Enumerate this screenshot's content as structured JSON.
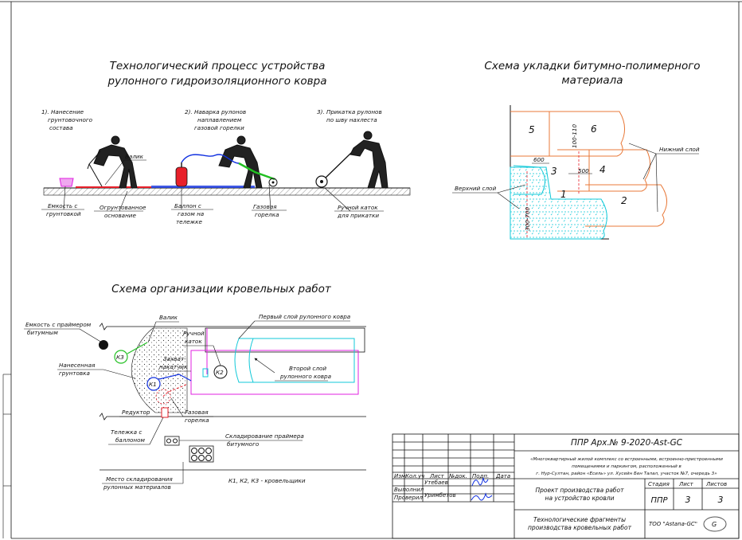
{
  "titles": {
    "process": [
      "Технологический процесс устройства",
      "рулонного гидроизоляционного ковра"
    ],
    "scheme_layers": [
      "Схема укладки  битумно-полимерного",
      "материала"
    ],
    "organization": "Схема организации кровельных работ"
  },
  "process": {
    "step1": [
      "1). Нанесение",
      "грунтовочного",
      "состава"
    ],
    "step2": [
      "2). Наварка рулонов",
      "наплавлением",
      "газовой горелки"
    ],
    "step3": [
      "3). Прикатка рулонов",
      "по шву нахлеста"
    ],
    "valik": "Валик",
    "emkost": [
      "Емкость с",
      "грунтовкой"
    ],
    "osnovanie": [
      "Огрунтованное",
      "основание"
    ],
    "ballon": [
      "Баллон с",
      "газом на",
      "тележке"
    ],
    "gorelka": [
      "Газовая",
      "горелка"
    ],
    "katok": [
      "Ручной каток",
      "для прикатки"
    ]
  },
  "layers": {
    "numbers": [
      "5",
      "6",
      "3",
      "4",
      "1",
      "2"
    ],
    "dim_600": "600",
    "dim_500": "500",
    "dim_100_110": "100-110",
    "dim_300_700": "300-700",
    "lower_layer": "Нижний слой",
    "upper_layer": "Верхний слой"
  },
  "organization": {
    "emkost": [
      "Емкость с праймером",
      "битумным"
    ],
    "valik": "Валик",
    "first_layer": "Первый слой рулонного ковра",
    "katok": [
      "Ручной",
      "каток"
    ],
    "grunt": [
      "Нанесенная",
      "грунтовка"
    ],
    "zahvat": [
      "Захват-",
      "накатчик"
    ],
    "second_layer": [
      "Второй слой",
      "рулонного ковра"
    ],
    "reductor": "Редуктор",
    "gorelka": [
      "Газовая",
      "горелка"
    ],
    "telezhka": [
      "Тележка с",
      "баллоном"
    ],
    "sklad_primer": [
      "Складирование праймера",
      "битумного"
    ],
    "sklad_rulon": [
      "Место складирования",
      "рулонных материалов"
    ],
    "workers": "К1, К2, К3 - кровельщики",
    "k1": "К1",
    "k2": "К2",
    "k3": "К3"
  },
  "title_block": {
    "code": "ППР Арх.№ 9-2020-Ast-GC",
    "project_desc": [
      "«Многоквартирный жилой комплекс со встроенными, встроенно-пристроенными",
      "помещениями и паркингом, расположенный в",
      "г. Нур-Султан, район «Есиль» ул. Хусейн Бен Талал, участок №7, очередь 3»"
    ],
    "headers": [
      "Изм.",
      "Кол.уч",
      "Лист",
      "№док.",
      "Подп.",
      "Дата"
    ],
    "roles": [
      "Выполнил",
      "Проверил"
    ],
    "names": [
      "Утебаев",
      "Уримбетов"
    ],
    "project_title": [
      "Проект производства работ",
      "на устройство кровли"
    ],
    "stage_label": "Стадия",
    "sheet_label": "Лист",
    "sheets_label": "Листов",
    "stage": "ППР",
    "sheet": "3",
    "sheets": "3",
    "drawing_title": [
      "Технологические фрагменты",
      "производства кровельных работ"
    ],
    "company": "ТОО \"Astana-GC\""
  },
  "colors": {
    "line": "#111111",
    "red": "#e8202a",
    "green": "#22c022",
    "blue": "#1030e0",
    "magenta": "#e020e0",
    "cyan": "#10c8d8",
    "orange": "#e87838"
  }
}
